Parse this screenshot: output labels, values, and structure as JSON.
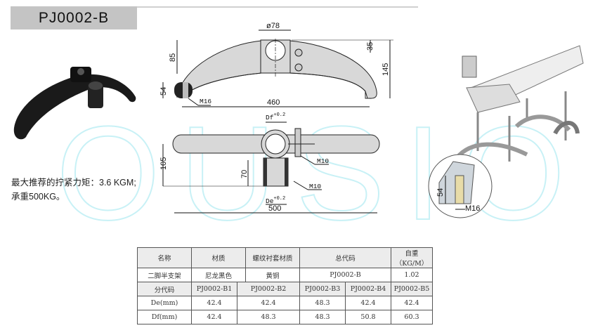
{
  "header": {
    "title": "PJ0002-B"
  },
  "description": {
    "line1": "最大推荐的拧紧力矩：3.6 KGM;",
    "line2": "承重500KG。"
  },
  "watermark": "OUSION",
  "drawing_top": {
    "dim_diameter": "ø78",
    "dim_85": "85",
    "dim_35": "35",
    "dim_145": "145",
    "dim_54": "54",
    "dim_460": "460",
    "thread": "M16"
  },
  "drawing_bottom": {
    "df_label": "Df",
    "df_sub": "0",
    "df_tol": "+0.2",
    "de_label": "De",
    "de_sub": "0",
    "de_tol": "+0.2",
    "dim_105": "105",
    "dim_70": "70",
    "dim_500": "500",
    "bolt1": "M10",
    "bolt2": "M10"
  },
  "detail": {
    "dim_54": "54",
    "thread": "M16"
  },
  "table": {
    "header": [
      "名称",
      "材质",
      "螺纹衬套材质",
      "总代码",
      "自重（KG/M）"
    ],
    "main_row": [
      "二脚半支架",
      "尼龙黑色",
      "黄铜",
      "PJ0002-B",
      "1.02"
    ],
    "sub_header": [
      "分代码",
      "PJ0002-B1",
      "PJ0002-B2",
      "PJ0002-B3",
      "PJ0002-B4",
      "PJ0002-B5"
    ],
    "de_row": [
      "De(mm)",
      "42.4",
      "42.4",
      "48.3",
      "42.4",
      "42.4"
    ],
    "df_row": [
      "Df(mm)",
      "42.4",
      "48.3",
      "48.3",
      "50.8",
      "60.3"
    ]
  }
}
